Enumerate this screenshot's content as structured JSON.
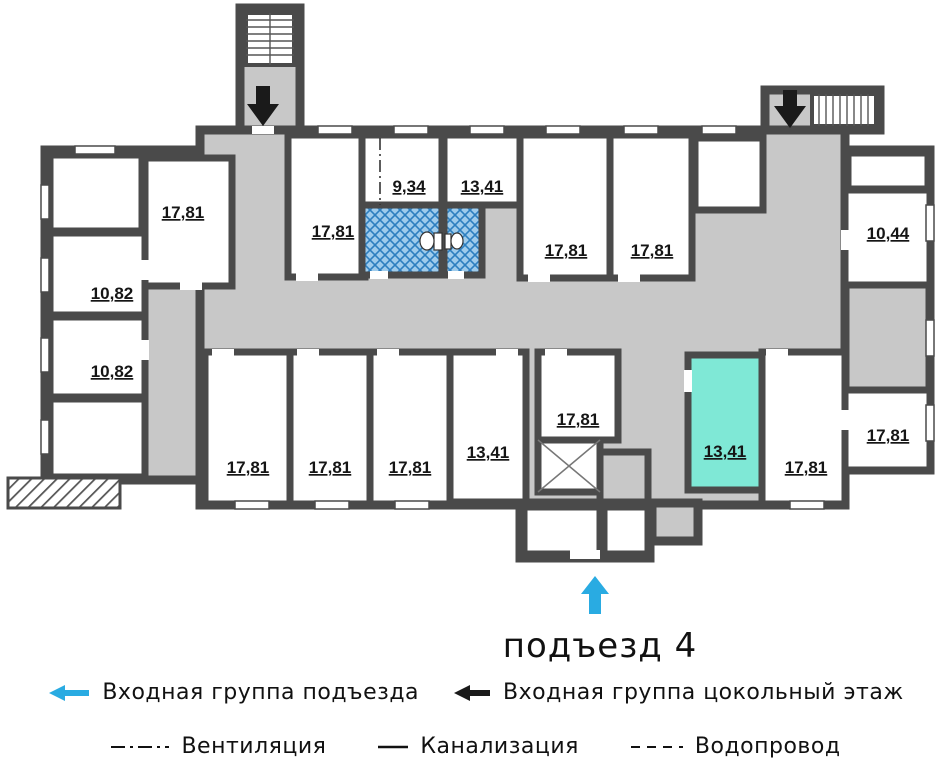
{
  "title": "подъезд 4",
  "rooms": [
    {
      "area": "17,81"
    },
    {
      "area": "10,82"
    },
    {
      "area": "10,82"
    },
    {
      "area": "17,81"
    },
    {
      "area": "9,34"
    },
    {
      "area": "13,41"
    },
    {
      "area": "17,81"
    },
    {
      "area": "17,81"
    },
    {
      "area": "10,44"
    },
    {
      "area": "17,81"
    },
    {
      "area": "17,81"
    },
    {
      "area": "17,81"
    },
    {
      "area": "13,41"
    },
    {
      "area": "17,81"
    },
    {
      "area": "13,41"
    },
    {
      "area": "17,81"
    },
    {
      "area": "17,81"
    }
  ],
  "legend": {
    "entrance_blue": "Входная группа подъезда",
    "entrance_basement": "Входная группа цокольный этаж",
    "ventilation": "Вентиляция",
    "sewerage": "Канализация",
    "water_supply": "Водопровод"
  },
  "colors": {
    "wall": "#4a4a4a",
    "corridor_fill": "#c8c8c8",
    "bathroom_fill": "#9fccec",
    "highlight_room_fill": "#7fe8d6",
    "entrance_arrow_blue": "#29abe2",
    "entrance_arrow_black": "#1a1a1a"
  }
}
